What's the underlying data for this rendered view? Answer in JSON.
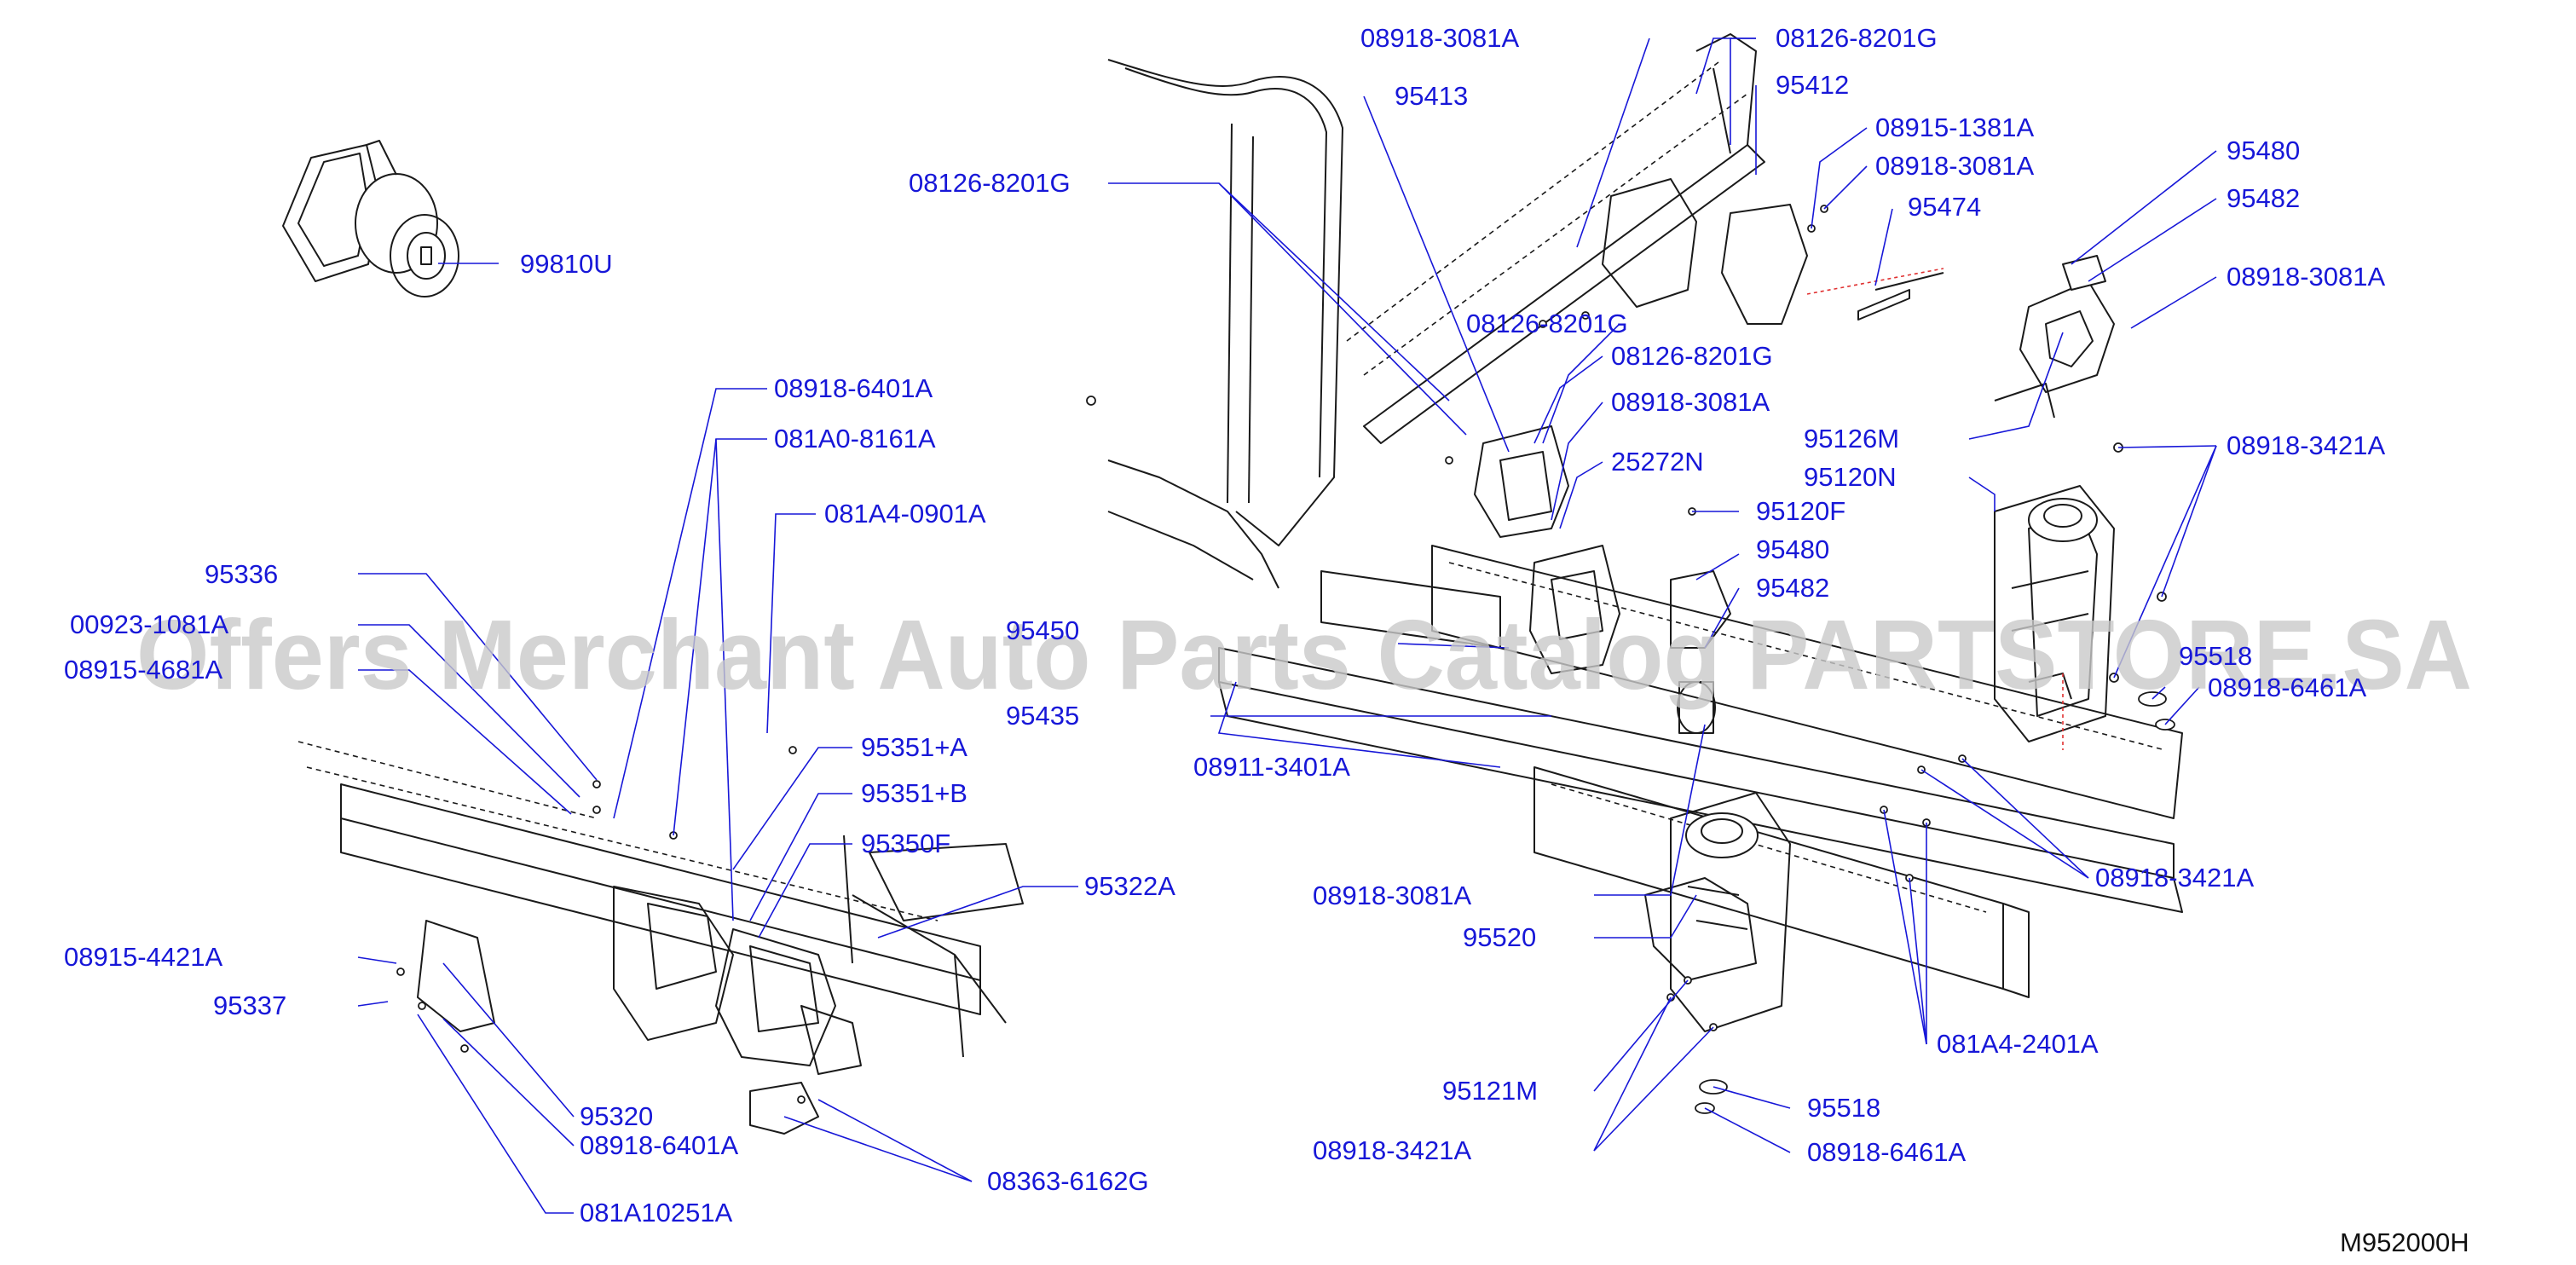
{
  "diagram": {
    "watermark": "Offers Merchant Auto Parts Catalog PARTSTORE.SA",
    "code": "M952000H",
    "callouts": [
      {
        "id": "c1",
        "label": "99810U"
      },
      {
        "id": "c2",
        "label": "08918-6401A"
      },
      {
        "id": "c3",
        "label": "081A0-8161A"
      },
      {
        "id": "c4",
        "label": "081A4-0901A"
      },
      {
        "id": "c5",
        "label": "95336"
      },
      {
        "id": "c6",
        "label": "00923-1081A"
      },
      {
        "id": "c7",
        "label": "08915-4681A"
      },
      {
        "id": "c8",
        "label": "95351+A"
      },
      {
        "id": "c9",
        "label": "95351+B"
      },
      {
        "id": "c10",
        "label": "95350F"
      },
      {
        "id": "c11",
        "label": "95322A"
      },
      {
        "id": "c12",
        "label": "08915-4421A"
      },
      {
        "id": "c13",
        "label": "95337"
      },
      {
        "id": "c14",
        "label": "95320"
      },
      {
        "id": "c15",
        "label": "08918-6401A"
      },
      {
        "id": "c16",
        "label": "08363-6162G"
      },
      {
        "id": "c17",
        "label": "081A10251A"
      },
      {
        "id": "c18",
        "label": "08918-3081A"
      },
      {
        "id": "c19",
        "label": "08126-8201G"
      },
      {
        "id": "c20",
        "label": "95412"
      },
      {
        "id": "c21",
        "label": "95413"
      },
      {
        "id": "c22",
        "label": "08126-8201G"
      },
      {
        "id": "c23",
        "label": "08915-1381A"
      },
      {
        "id": "c24",
        "label": "08918-3081A"
      },
      {
        "id": "c25",
        "label": "95474"
      },
      {
        "id": "c26",
        "label": "08126-8201G"
      },
      {
        "id": "c27",
        "label": "08126-8201G"
      },
      {
        "id": "c28",
        "label": "08918-3081A"
      },
      {
        "id": "c29",
        "label": "25272N"
      },
      {
        "id": "c30",
        "label": "95120F"
      },
      {
        "id": "c31",
        "label": "95480"
      },
      {
        "id": "c32",
        "label": "95482"
      },
      {
        "id": "c33",
        "label": "95450"
      },
      {
        "id": "c34",
        "label": "95435"
      },
      {
        "id": "c35",
        "label": "08911-3401A"
      },
      {
        "id": "c36",
        "label": "95480"
      },
      {
        "id": "c37",
        "label": "95482"
      },
      {
        "id": "c38",
        "label": "08918-3081A"
      },
      {
        "id": "c39",
        "label": "95126M"
      },
      {
        "id": "c40",
        "label": "08918-3421A"
      },
      {
        "id": "c41",
        "label": "95120N"
      },
      {
        "id": "c42",
        "label": "95518"
      },
      {
        "id": "c43",
        "label": "08918-6461A"
      },
      {
        "id": "c44",
        "label": "08918-3421A"
      },
      {
        "id": "c45",
        "label": "08918-3081A"
      },
      {
        "id": "c46",
        "label": "95520"
      },
      {
        "id": "c47",
        "label": "081A4-2401A"
      },
      {
        "id": "c48",
        "label": "95121M"
      },
      {
        "id": "c49",
        "label": "95518"
      },
      {
        "id": "c50",
        "label": "08918-3421A"
      },
      {
        "id": "c51",
        "label": "08918-6461A"
      }
    ]
  }
}
